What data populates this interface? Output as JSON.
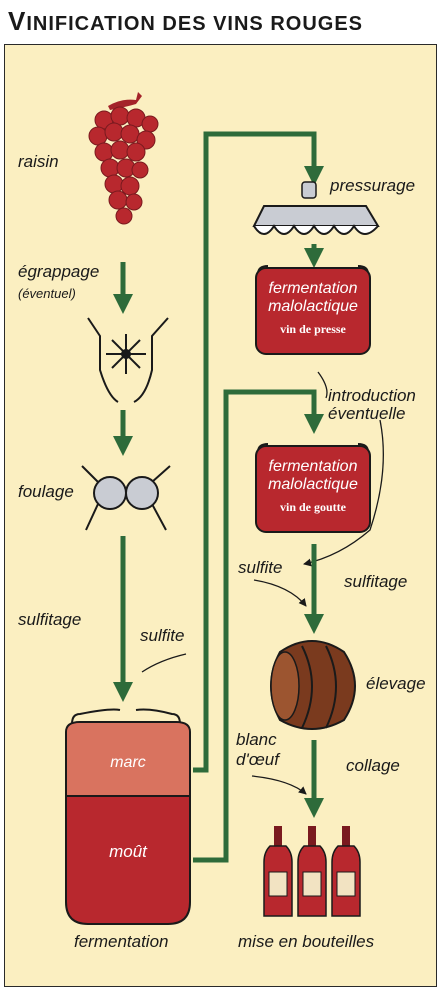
{
  "title": {
    "first_letter": "V",
    "rest": "INIFICATION DES VINS ROUGES"
  },
  "labels": {
    "raisin": "raisin",
    "egrappage": "égrappage",
    "eventuel": "(éventuel)",
    "foulage": "foulage",
    "sulfitage_left": "sulfitage",
    "sulfite_left": "sulfite",
    "marc": "marc",
    "mout": "moût",
    "fermentation": "fermentation",
    "pressurage": "pressurage",
    "fml1_line1": "fermentation",
    "fml1_line2": "malolactique",
    "fml1_line3": "vin de presse",
    "introduction": "introduction",
    "eventuelle": "éventuelle",
    "fml2_line1": "fermentation",
    "fml2_line2": "malolactique",
    "fml2_line3": "vin de goutte",
    "sulfite_right": "sulfite",
    "sulfitage_right": "sulfitage",
    "elevage": "élevage",
    "blanc": "blanc",
    "doeuf": "d'œuf",
    "collage": "collage",
    "mise": "mise en bouteilles"
  },
  "colors": {
    "panel": "#fbefc1",
    "green": "#2e6b3a",
    "wine": "#b8282e",
    "marc": "#d9735f",
    "barrel": "#7a3a1e",
    "grey": "#c9ccd3"
  },
  "icons": [
    "grape-icon",
    "destemmer-icon",
    "crusher-rollers-icon",
    "press-icon",
    "barrel-icon",
    "bottle-icon"
  ]
}
